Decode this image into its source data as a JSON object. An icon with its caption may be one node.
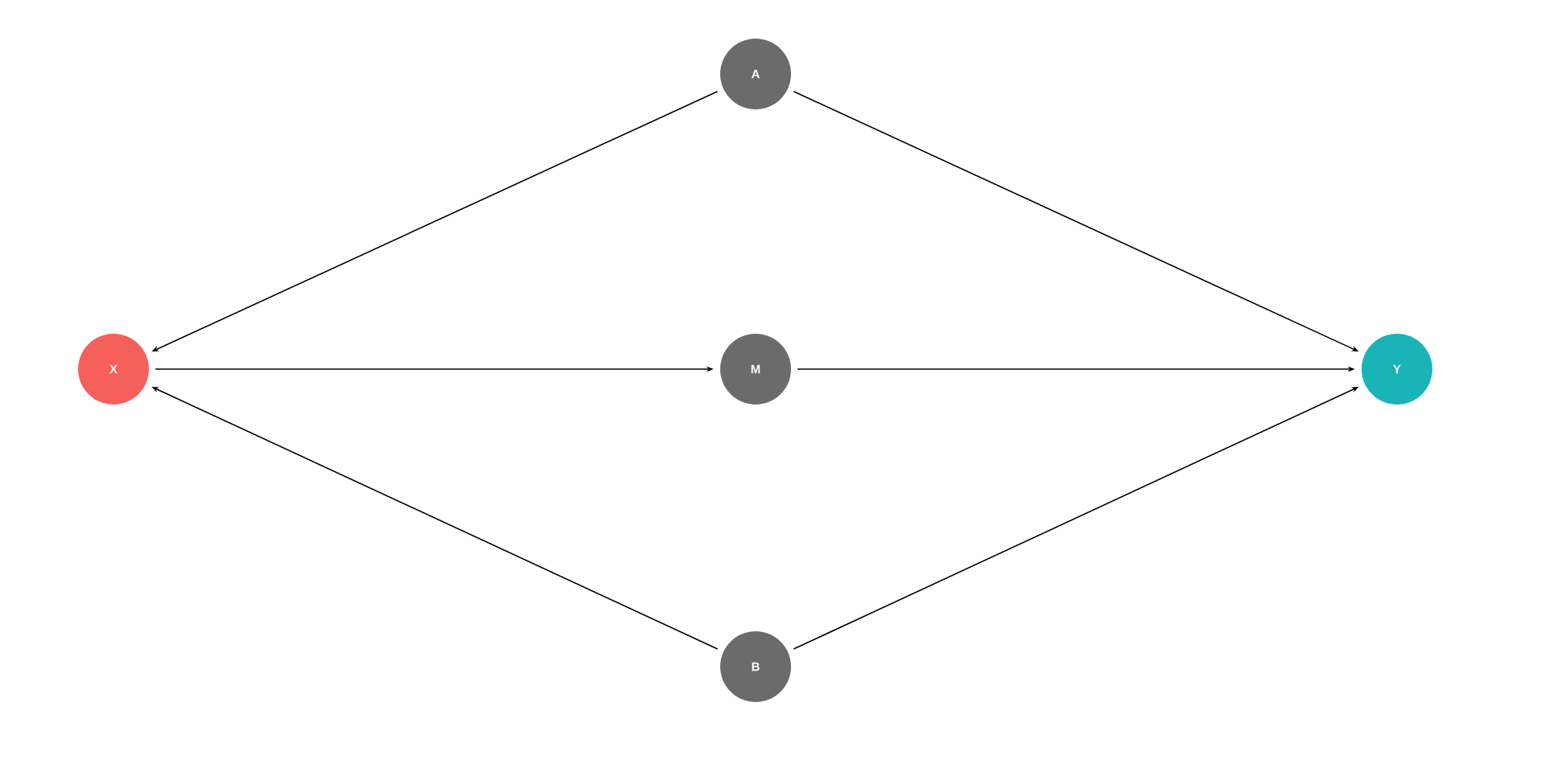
{
  "diagram": {
    "nodes": [
      {
        "text": [
          "A"
        ]
      },
      {
        "text": [
          "X"
        ]
      },
      {
        "text": [
          "M"
        ]
      },
      {
        "text": [
          "Y"
        ]
      },
      {
        "text": [
          "B"
        ]
      }
    ],
    "edges": [
      {
        "from": 0,
        "to": 1,
        "arrow": "to"
      },
      {
        "from": 0,
        "to": 3,
        "arrow": "to"
      },
      {
        "from": 1,
        "to": 2,
        "arrow": "to"
      },
      {
        "from": 2,
        "to": 3,
        "arrow": "to"
      },
      {
        "from": 4,
        "to": 1,
        "arrow": "to"
      },
      {
        "from": 4,
        "to": 3,
        "arrow": "to"
      }
    ]
  }
}
